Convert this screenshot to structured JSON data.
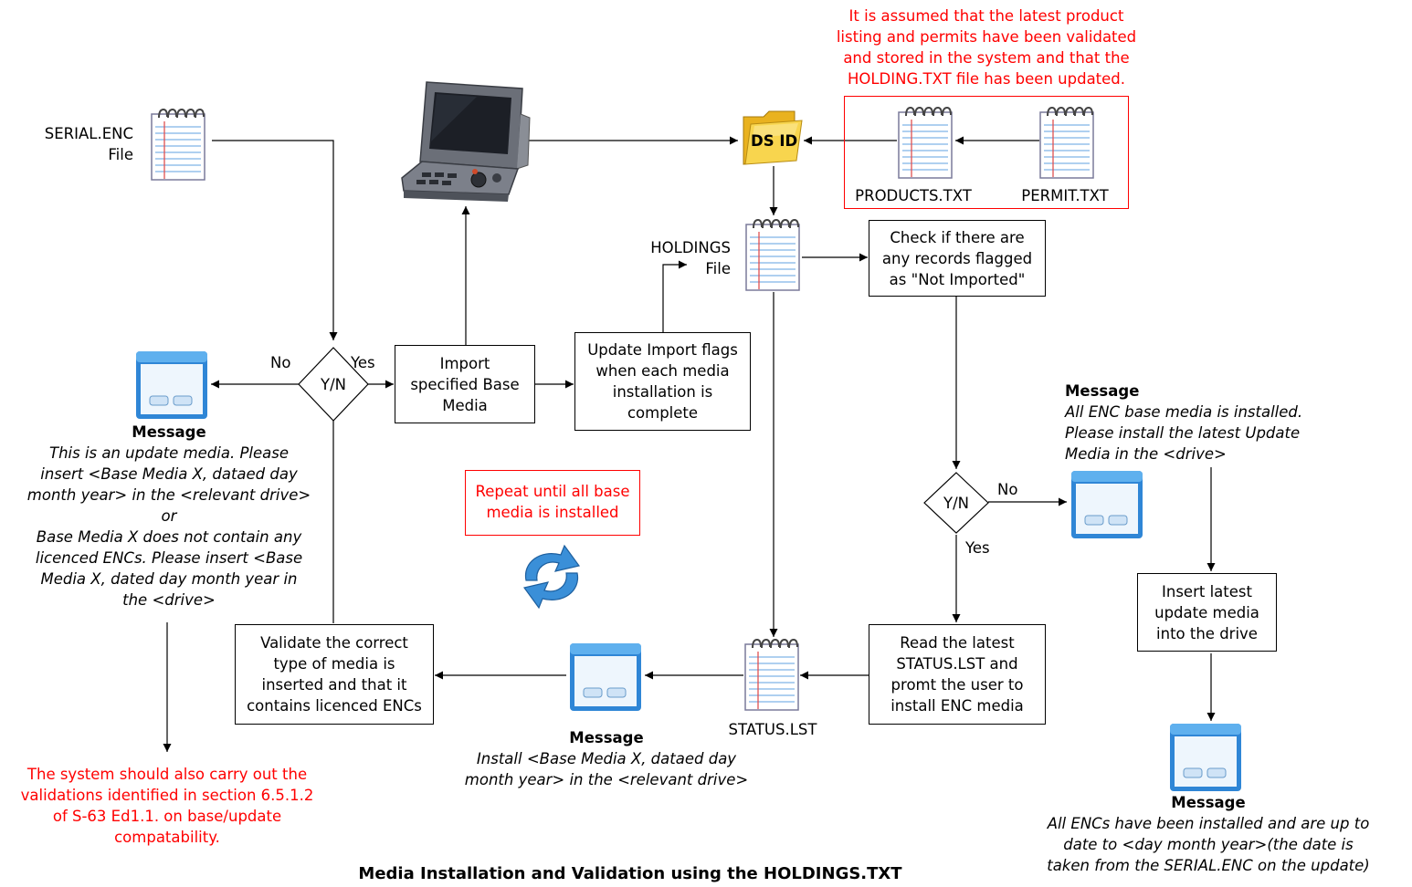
{
  "title": "Media Installation and Validation using the HOLDINGS.TXT",
  "note_assumption": [
    "It is assumed that the latest product",
    "listing and permits have been validated",
    "and stored in the system and that the",
    "HOLDING.TXT file has been updated."
  ],
  "files": {
    "serial": [
      "SERIAL.ENC",
      "File"
    ],
    "holdings": [
      "HOLDINGS",
      "File"
    ],
    "products": "PRODUCTS.TXT",
    "permit": "PERMIT.TXT",
    "status": "STATUS.LST",
    "ds_id": "DS ID"
  },
  "process": {
    "import": [
      "Import",
      "specified Base",
      "Media"
    ],
    "update_flags": [
      "Update Import flags",
      "when each media",
      "installation is",
      "complete"
    ],
    "check_records": [
      "Check if there are",
      "any records flagged",
      "as \"Not Imported\""
    ],
    "read_status": [
      "Read the latest",
      "STATUS.LST and",
      "promt the user to",
      "install ENC media"
    ],
    "validate": [
      "Validate the correct",
      "type of media is",
      "inserted and that it",
      "contains licenced ENCs"
    ],
    "insert_update": [
      "Insert latest",
      "update media",
      "into the drive"
    ]
  },
  "decisions": {
    "left": {
      "label": "Y/N",
      "no": "No",
      "yes": "Yes"
    },
    "right": {
      "label": "Y/N",
      "no": "No",
      "yes": "Yes"
    }
  },
  "repeat_note": [
    "Repeat until all base",
    "media is installed"
  ],
  "messages": {
    "left": {
      "title": "Message",
      "lines": [
        "This is an update media. Please",
        "insert <Base Media X, dataed day",
        "month year> in the <relevant drive>",
        "or",
        "Base Media X does not contain any",
        "licenced ENCs. Please insert <Base",
        "Media X, dated day month year in",
        "the <drive>"
      ]
    },
    "bottom": {
      "title": "Message",
      "lines": [
        "Install <Base Media X, dataed day",
        "month year> in the <relevant drive>"
      ]
    },
    "right": {
      "title": "Message",
      "lines": [
        "All ENC base media is installed.",
        "Please install the latest Update",
        "Media in the <drive>"
      ]
    },
    "final": {
      "title": "Message",
      "lines": [
        "All ENCs have been installed and are up to",
        "date to <day month year>(the date is",
        "taken from the SERIAL.ENC on the update)"
      ]
    }
  },
  "validation_note": [
    "The system should also carry out the",
    "validations identified in section 6.5.1.2",
    "of S-63 Ed1.1. on base/update",
    "compatability."
  ],
  "icons": [
    "notepad-icon",
    "ecdis-terminal-icon",
    "folder-icon",
    "window-message-icon",
    "refresh-icon"
  ],
  "colors": {
    "annotation": "#ff0000",
    "icon_blue": "#3a8fd8",
    "folder": "#f6c62e"
  }
}
